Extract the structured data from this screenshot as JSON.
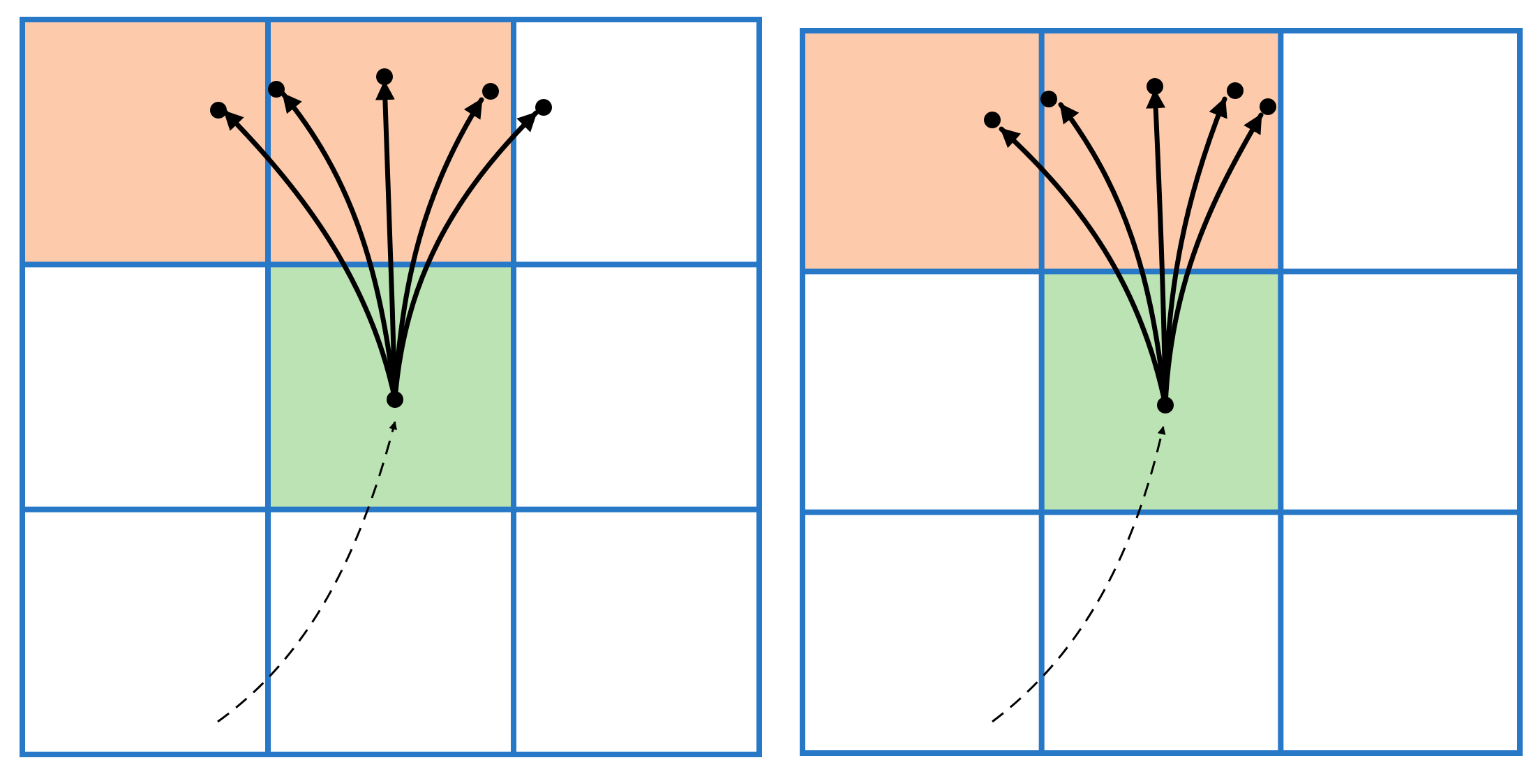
{
  "colors": {
    "grid_line": "#2878c8",
    "source_cell": "#bce3b4",
    "target_cell": "#fdcbab",
    "empty_cell": "#ffffff",
    "trajectory": "#000000"
  },
  "panels": [
    {
      "id": "left",
      "rows": 3,
      "cols": 3,
      "source_cell": [
        1,
        1
      ],
      "target_cells": [
        [
          0,
          0
        ],
        [
          0,
          1
        ]
      ],
      "incoming_path": "dashed",
      "branch_count": 5
    },
    {
      "id": "right",
      "rows": 3,
      "cols": 3,
      "source_cell": [
        1,
        1
      ],
      "target_cells": [
        [
          0,
          0
        ],
        [
          0,
          1
        ]
      ],
      "incoming_path": "dashed",
      "branch_count": 5
    }
  ]
}
